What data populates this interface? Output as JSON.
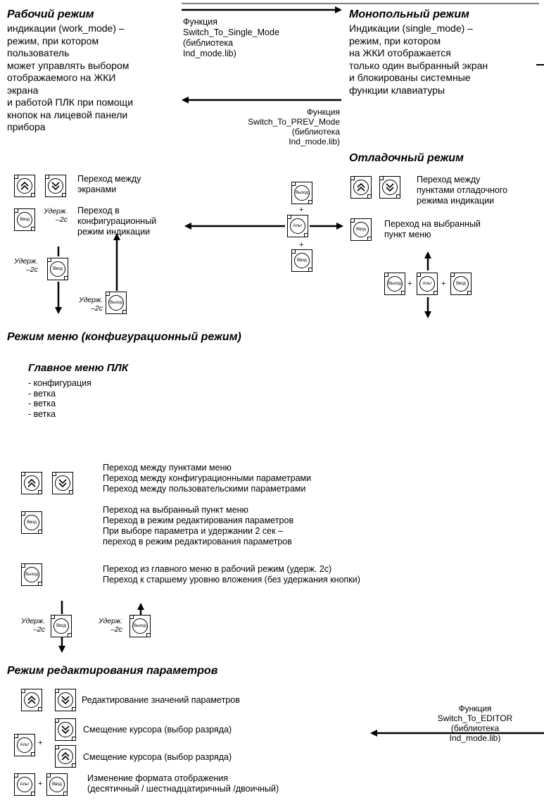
{
  "work_mode": {
    "title": "Рабочий режим",
    "text_lines": [
      "индикации (work_mode) –",
      "режим, при котором",
      "пользователь",
      "может управлять выбором",
      "отображаемого на ЖКИ",
      "экрана",
      "и работой ПЛК при помощи",
      "кнопок на лицевой панели",
      "прибора"
    ],
    "nav_label": [
      "Переход между",
      "экранами"
    ],
    "hold_label": [
      "Удерж.",
      "–2с"
    ],
    "config_label": [
      "Переход в",
      "конфигурационный",
      "режим индикации"
    ]
  },
  "single_mode": {
    "title": "Монопольный режим",
    "text_lines": [
      "Индикации (single_mode) –",
      "режим, при котором",
      "на ЖКИ отображается",
      "только один выбранный экран",
      "и блокированы системные",
      "функции клавиатуры"
    ]
  },
  "func_single": [
    "Функция",
    "Switch_To_Single_Mode",
    "(библиотека",
    "Ind_mode.lib)"
  ],
  "func_prev": [
    "Функция",
    "Switch_To_PREV_Mode",
    "(библиотека",
    "Ind_mode.lib)"
  ],
  "func_editor": [
    "Функция",
    "Switch_To_EDITOR",
    "(библиотека",
    "Ind_mode.lib)"
  ],
  "debug_mode": {
    "title": "Отладочный режим",
    "nav_label": [
      "Переход между",
      "пунктами отладочного",
      "режима индикации"
    ],
    "enter_label": [
      "Переход на выбранный",
      "пункт меню"
    ]
  },
  "keys": {
    "vvod": "Ввод",
    "vyhod": "Выход",
    "alt": "Альт"
  },
  "plus": "+",
  "hold": [
    "Удерж.",
    "–2с"
  ],
  "menu_mode": {
    "title": "Режим меню (конфигурационный режим)",
    "main_menu_title": "Главное меню ПЛК",
    "items": [
      "конфигурация",
      "ветка",
      "ветка",
      "ветка"
    ],
    "nav_lines": [
      "Переход между пунктами меню",
      "Переход между конфигурационными параметрами",
      "Переход между пользовательскими параметрами"
    ],
    "enter_lines": [
      "Переход на выбранный пункт меню",
      "Переход в режим редактирования параметров",
      "При выборе параметра и удержании 2 сек –",
      "переход в режим редактирования параметров"
    ],
    "exit_lines": [
      "Переход из главного меню в рабочий режим (удерж. 2с)",
      "Переход к старшему уровню вложения (без удержания кнопки)"
    ]
  },
  "edit_mode": {
    "title": "Режим редактирования параметров",
    "edit_values": "Редактирование значений параметров",
    "cursor_shift_1": "Смещение курсора (выбор разряда)",
    "cursor_shift_2": "Смещение курсора (выбор разряда)",
    "format_lines": [
      "Изменение формата отображения",
      "(десятичный / шестнадцатиричный /двоичный)"
    ]
  }
}
